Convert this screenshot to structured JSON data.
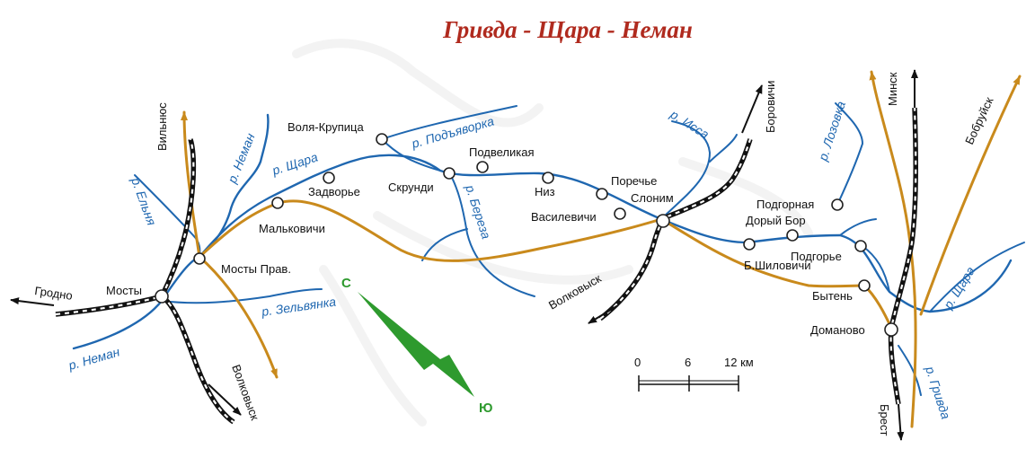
{
  "title": "Гривда - Щара - Неман",
  "places": {
    "volya_krupitsa": "Воля-Крупица",
    "podvelikaya": "Подвеликая",
    "zadvorye": "Задворье",
    "skrundi": "Скрунди",
    "niz": "Низ",
    "porechye": "Поречье",
    "slonim": "Слоним",
    "vasilevichi": "Василевичи",
    "malkovichi": "Мальковичи",
    "mosty_prav": "Мосты Прав.",
    "mosty": "Мосты",
    "podgornaya": "Подгорная",
    "dory_bor": "Дорый Бор",
    "podgorye": "Подгорье",
    "b_shilovichi": "Б.Шиловичи",
    "byten": "Бытень",
    "domanovo": "Доманово"
  },
  "rivers": {
    "neman_upper": "р. Неман",
    "neman_lower": "р. Неман",
    "elnya": "р. Ельня",
    "shchara_west": "р. Щара",
    "podyavorka": "р. Подъяворка",
    "bereza": "р. Береза",
    "issa": "р. Исса",
    "lozovka": "р. Лозовка",
    "zelvyanka": "р. Зельвянка",
    "shchara_east": "р. Щара",
    "grivda": "р. Гривда"
  },
  "directions": {
    "grodno": "Гродно",
    "vilnyus": "Вильнюс",
    "volkovysk_west": "Волковыск",
    "volkovysk_center": "Волковыск",
    "borovichi": "Боровичи",
    "minsk": "Минск",
    "bobruysk": "Бобруйск",
    "brest": "Брест"
  },
  "compass": {
    "north": "С",
    "south": "Ю"
  },
  "scale": {
    "zero": "0",
    "mid": "6",
    "end": "12 км"
  },
  "colors": {
    "title": "#b02a1e",
    "river": "#1f67b0",
    "road": "#c98a1c",
    "rail": "#111111",
    "compass": "#2e9a2e"
  }
}
